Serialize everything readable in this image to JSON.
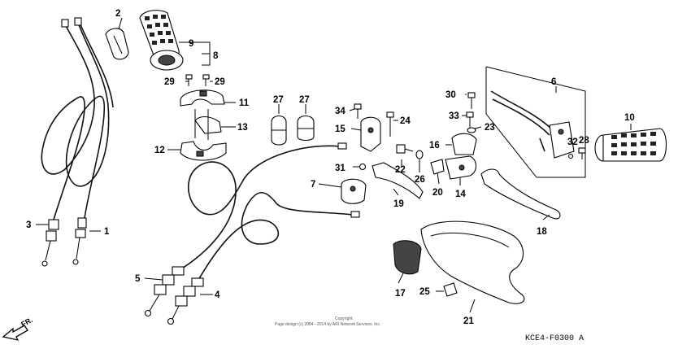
{
  "diagram": {
    "labels": [
      "1",
      "2",
      "3",
      "4",
      "5",
      "6",
      "7",
      "8",
      "9",
      "10",
      "11",
      "12",
      "13",
      "14",
      "15",
      "16",
      "17",
      "18",
      "19",
      "20",
      "21",
      "22",
      "23",
      "24",
      "25",
      "26",
      "27",
      "27",
      "28",
      "29",
      "29",
      "30",
      "31",
      "32",
      "33",
      "34"
    ],
    "copyright": "Copyright",
    "copyright_line": "Page design (c) 2004 - 2014 by ARI Network Services, Inc.",
    "diagram_code": "KCE4-F0300 A",
    "direction": "FR.",
    "direction_icon": "arrow-front-icon"
  }
}
